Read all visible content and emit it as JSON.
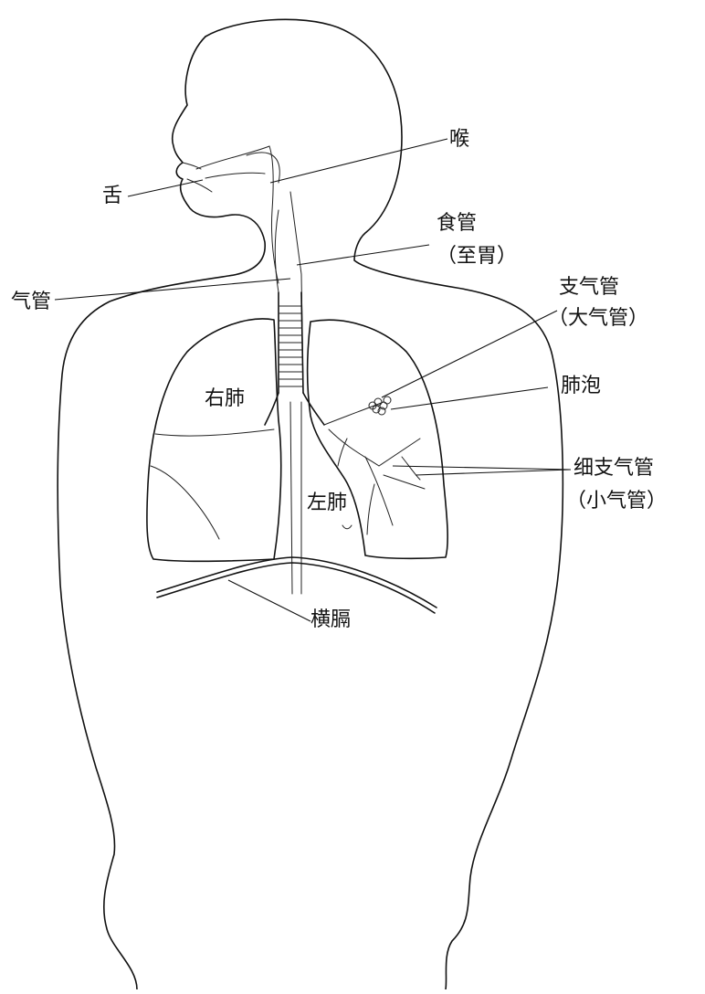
{
  "labels": {
    "tongue": "舌",
    "larynx": "喉",
    "esophagus": "食管",
    "esophagus_note": "（至胃）",
    "trachea": "气管",
    "bronchus": "支气管",
    "bronchus_note": "（大气管）",
    "alveoli": "肺泡",
    "right_lung": "右肺",
    "left_lung": "左肺",
    "bronchiole": "细支气管",
    "bronchiole_note": "（小气管）",
    "diaphragm": "横膈"
  }
}
